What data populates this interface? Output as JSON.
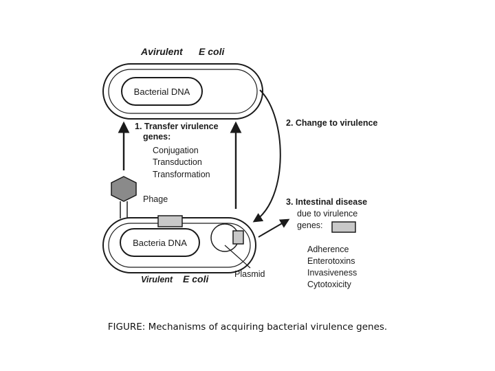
{
  "diagram": {
    "top_cell": {
      "title_prefix": "Avirulent",
      "title_species": "E coli",
      "dna_label": "Bacterial DNA"
    },
    "bottom_cell": {
      "title_prefix": "Virulent",
      "title_species": "E coli",
      "dna_label": "Bacteria DNA",
      "plasmid_label": "Plasmid"
    },
    "phage_label": "Phage",
    "step1": {
      "line1": "1. Transfer virulence",
      "line2": "genes:",
      "methods": [
        "Conjugation",
        "Transduction",
        "Transformation"
      ]
    },
    "step2": {
      "label": "2. Change to virulence"
    },
    "step3": {
      "line1": "3. Intestinal disease",
      "line2": "due to virulence",
      "line3": "genes:",
      "factors": [
        "Adherence",
        "Enterotoxins",
        "Invasiveness",
        "Cytotoxicity"
      ]
    },
    "colors": {
      "ink": "#1a1a1a",
      "gene_fill": "#c8c8c8",
      "phage_fill": "#8a8a8a"
    }
  },
  "caption": "FIGURE: Mechanisms of acquiring bacterial virulence genes."
}
